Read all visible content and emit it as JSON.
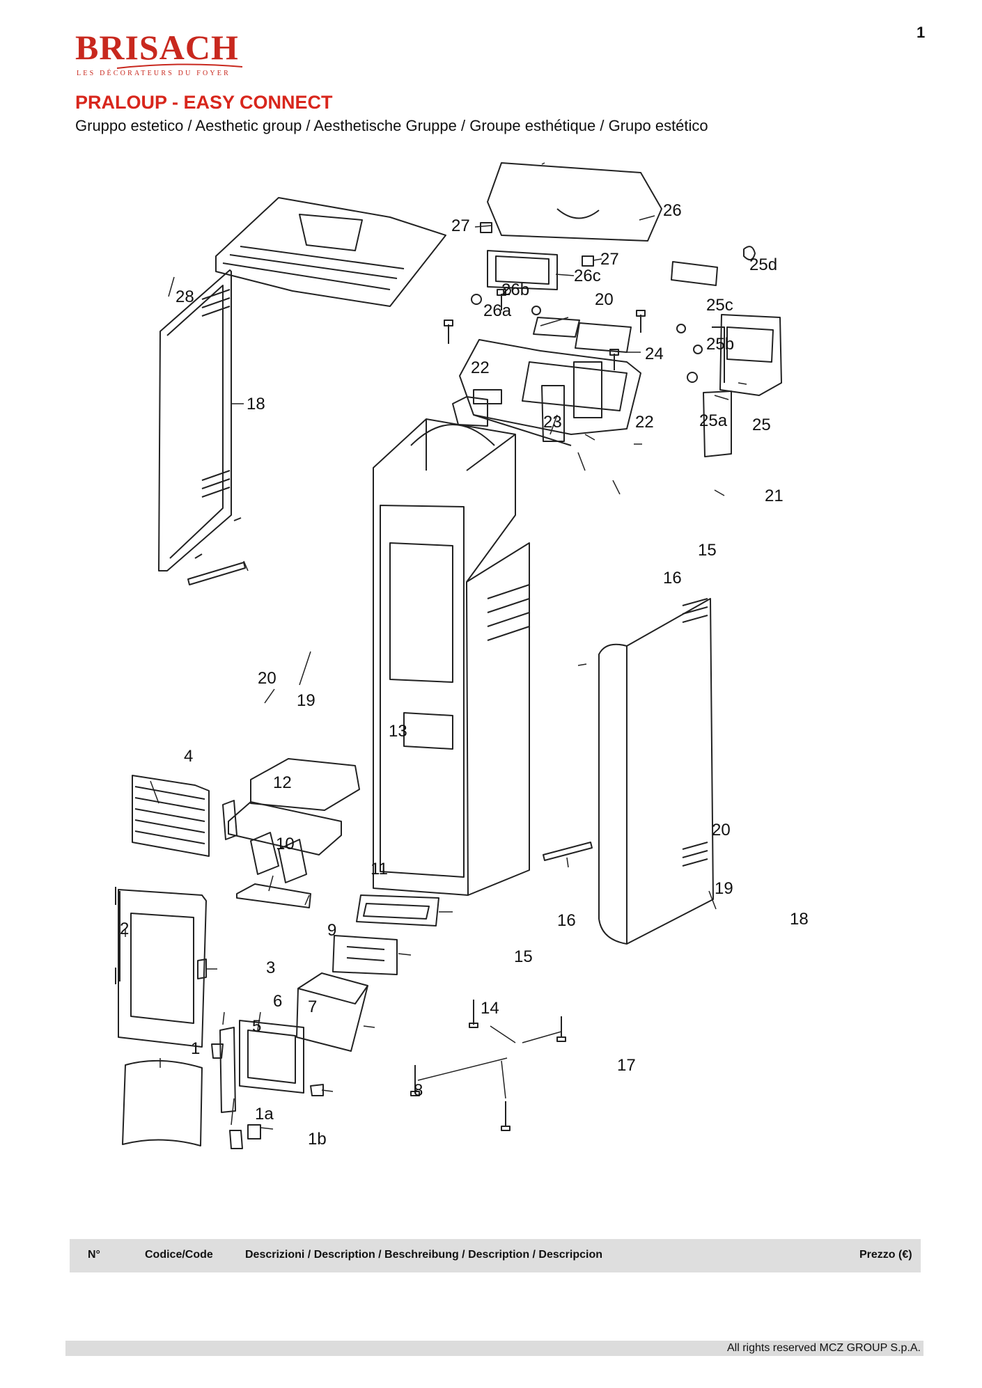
{
  "page": {
    "number": "1"
  },
  "brand": {
    "name": "BRISACH",
    "tagline": "LES DÉCORATEURS DU FOYER",
    "color": "#c8281e"
  },
  "header": {
    "title": "PRALOUP - EASY CONNECT",
    "subtitle": "Gruppo estetico / Aesthetic group / Aesthetische Gruppe / Groupe esthétique / Grupo estético",
    "title_color": "#d8261c"
  },
  "diagram": {
    "labels": {
      "p1": "1",
      "p1a": "1a",
      "p1b": "1b",
      "p2": "2",
      "p3": "3",
      "p4": "4",
      "p5": "5",
      "p6": "6",
      "p7": "7",
      "p8": "8",
      "p9": "9",
      "p10": "10",
      "p11": "11",
      "p12": "12",
      "p13": "13",
      "p14": "14",
      "p15a": "15",
      "p15b": "15",
      "p16a": "16",
      "p16b": "16",
      "p17": "17",
      "p18a": "18",
      "p18b": "18",
      "p19a": "19",
      "p19b": "19",
      "p20a": "20",
      "p20b": "20",
      "p20c": "20",
      "p21": "21",
      "p22a": "22",
      "p22b": "22",
      "p23": "23",
      "p24": "24",
      "p25": "25",
      "p25a": "25a",
      "p25b": "25b",
      "p25c": "25c",
      "p25d": "25d",
      "p26": "26",
      "p26a": "26a",
      "p26b": "26b",
      "p26c": "26c",
      "p27a": "27",
      "p27b": "27",
      "p28": "28"
    }
  },
  "table": {
    "columns": [
      "N°",
      "Codice/Code",
      "Descrizioni / Description / Beschreibung / Description / Descripcion",
      "Prezzo (€)"
    ]
  },
  "footer": {
    "text": "All rights reserved MCZ GROUP S.p.A."
  }
}
